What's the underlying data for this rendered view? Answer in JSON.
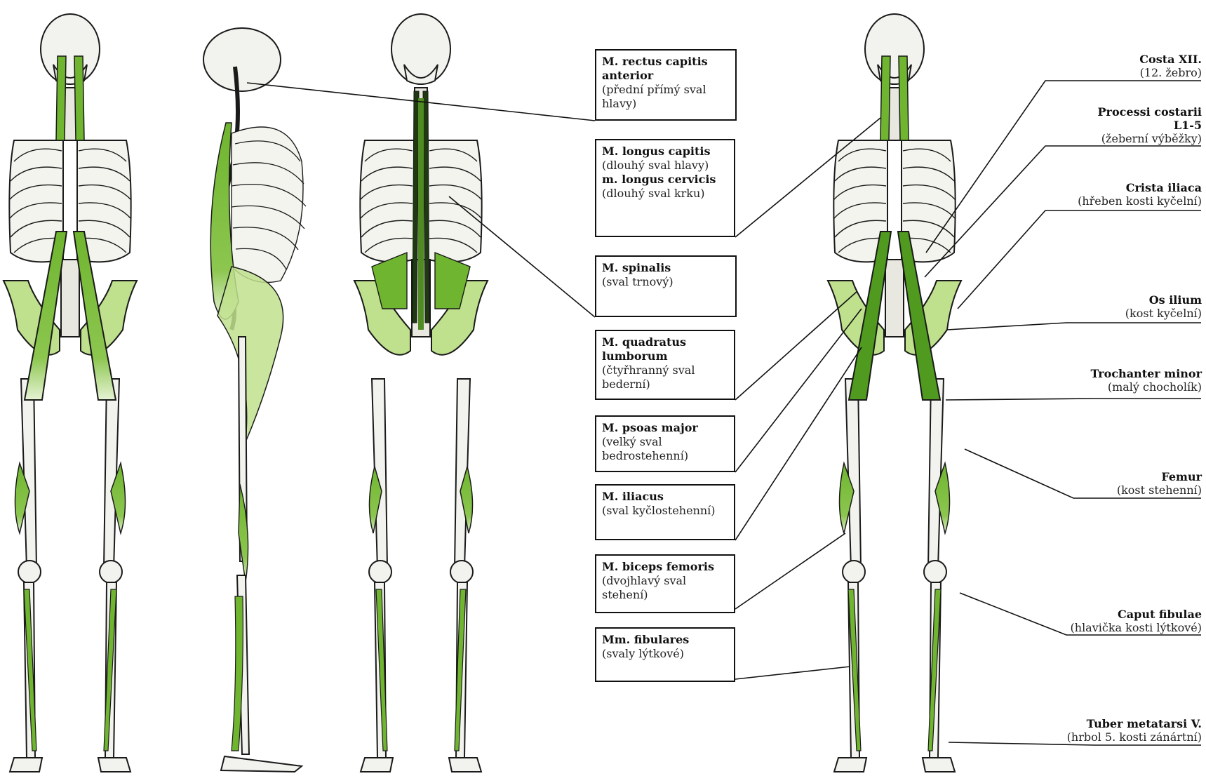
{
  "muscle_labels": [
    {
      "name": "M. rectus capitis anterior",
      "desc": "(přední přímý sval hlavy)"
    },
    {
      "name": "M. longus capitis",
      "desc": "(dlouhý sval hlavy)",
      "name2": "m. longus cervicis",
      "desc2": "(dlouhý sval krku)"
    },
    {
      "name": "M. spinalis",
      "desc": "(sval trnový)"
    },
    {
      "name": "M. quadratus lumborum",
      "desc": "(čtyřhranný sval bederní)"
    },
    {
      "name": "M. psoas major",
      "desc": "(velký sval bedrostehenní)"
    },
    {
      "name": "M. iliacus",
      "desc": "(sval kyčlostehenní)"
    },
    {
      "name": "M. biceps femoris",
      "desc": "(dvojhlavý sval stehení)"
    },
    {
      "name": "Mm. fibulares",
      "desc": "(svaly lýtkové)"
    }
  ],
  "bone_labels": [
    {
      "name": "Costa XII.",
      "desc": "(12. žebro)"
    },
    {
      "name": "Processi costarii L1-5",
      "desc": "(žeberní výběžky)"
    },
    {
      "name": "Crista iliaca",
      "desc": "(hřeben kosti kyčelní)"
    },
    {
      "name": "Os ilium",
      "desc": "(kost kyčelní)"
    },
    {
      "name": "Trochanter minor",
      "desc": "(malý chocholík)"
    },
    {
      "name": "Femur",
      "desc": "(kost stehenní)"
    },
    {
      "name": "Caput fibulae",
      "desc": "(hlavička kosti lýtkové)"
    },
    {
      "name": "Tuber metatarsi V.",
      "desc": "(hrbol 5. kosti zánártní)"
    }
  ],
  "colors": {
    "muscle": "#6fb52f",
    "muscle_light": "#bfe08d",
    "bone": "#f2f2ee",
    "outline": "#1a1a1a"
  }
}
